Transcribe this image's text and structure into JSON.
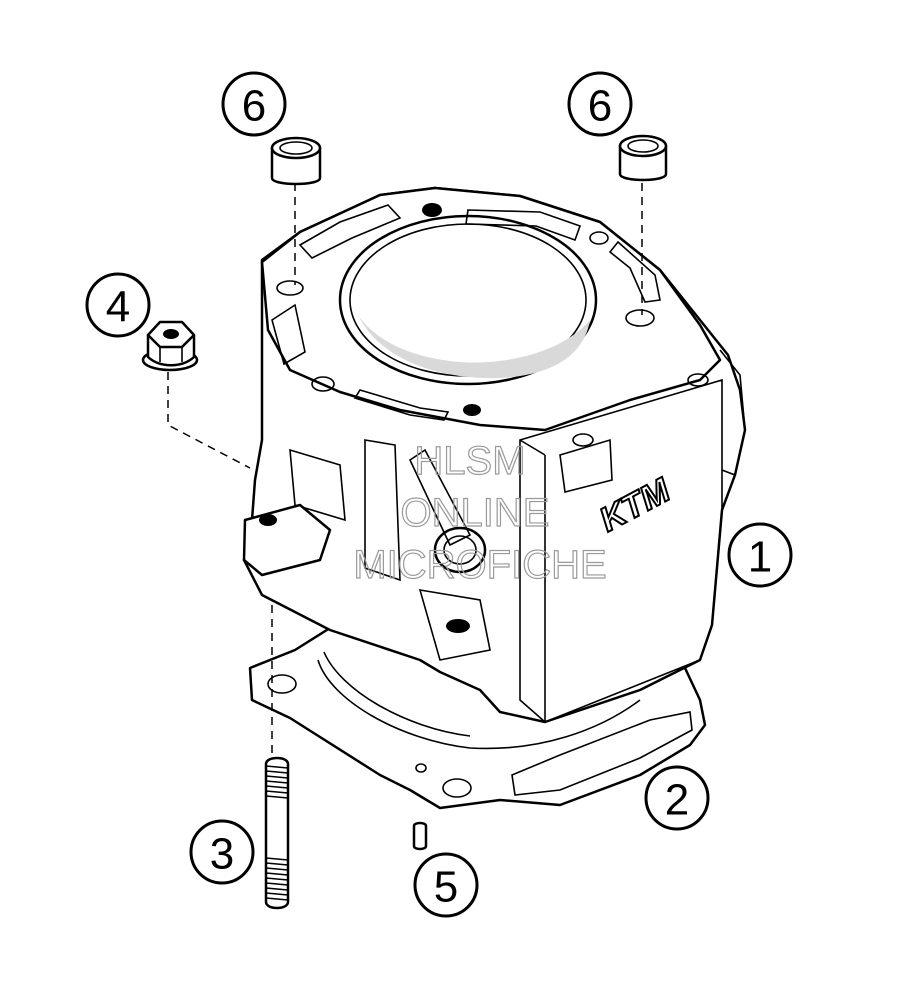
{
  "callouts": {
    "c1": "1",
    "c2": "2",
    "c3": "3",
    "c4": "4",
    "c5": "5",
    "c6a": "6",
    "c6b": "6"
  },
  "brand_mark": "KTM",
  "watermark": {
    "line1": "HLSM",
    "line2": "ONLINE",
    "line3": "MICROFICHE"
  }
}
